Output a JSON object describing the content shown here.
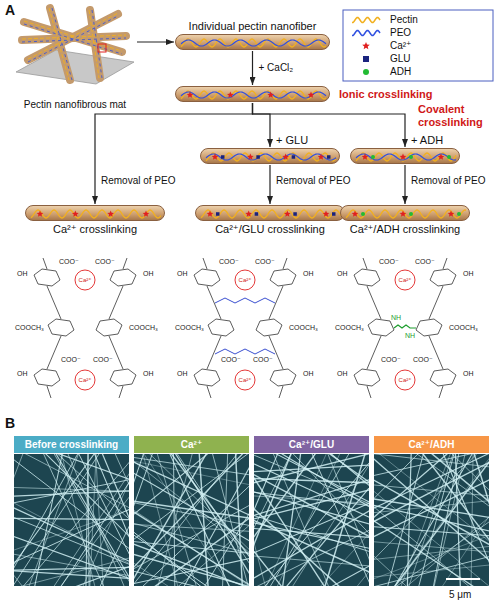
{
  "diagram": {
    "nodes": [
      {
        "text": [
          "Pectin nanofibrous mat"
        ]
      },
      {
        "text": [
          "Individual pectin nanofiber"
        ]
      },
      {
        "text": [
          "Ionic crosslinking"
        ]
      },
      {
        "text": [
          "+ GLU"
        ]
      },
      {
        "text": [
          "+ ADH"
        ]
      },
      {
        "text": [
          "Ca²⁺ crosslinking"
        ]
      },
      {
        "text": [
          "Ca²⁺/GLU crosslinking"
        ]
      },
      {
        "text": [
          "Ca²⁺/ADH crosslinking"
        ]
      },
      {
        "text": [
          "Before crosslinking"
        ]
      },
      {
        "text": [
          "Ca²⁺"
        ]
      },
      {
        "text": [
          "Ca²⁺/GLU"
        ]
      },
      {
        "text": [
          "Ca²⁺/ADH"
        ]
      }
    ],
    "edges": [
      {
        "from": 0,
        "to": 1,
        "arrow": "to"
      },
      {
        "from": 1,
        "to": 2,
        "label": "+ CaCl₂",
        "arrow": "to"
      },
      {
        "from": 2,
        "to": 3,
        "arrow": "to"
      },
      {
        "from": 2,
        "to": 4,
        "arrow": "to"
      },
      {
        "from": 2,
        "to": 5,
        "label": "Removal of PEO",
        "arrow": "to"
      },
      {
        "from": 3,
        "to": 6,
        "label": "Removal of PEO",
        "arrow": "to"
      },
      {
        "from": 4,
        "to": 7,
        "label": "Removal of PEO",
        "arrow": "to"
      }
    ],
    "labels": [
      "A",
      "Covalent crosslinking",
      "OH",
      "COO⁻",
      "OH",
      "COO⁻",
      "COOCH₃",
      "COO⁻",
      "OH",
      "COO⁻",
      "OH",
      "COOCH₃",
      "Ca²⁺",
      "Ca²⁺",
      "OH",
      "COO⁻",
      "OH",
      "COO⁻",
      "COOCH₃",
      "COO⁻",
      "OH",
      "COO⁻",
      "OH",
      "COOCH₃",
      "Ca²⁺",
      "Ca²⁺",
      "OH",
      "COO⁻",
      "OH",
      "COO⁻",
      "COOCH₃",
      "COO⁻",
      "OH",
      "COO⁻",
      "OH",
      "COOCH₃",
      "Ca²⁺",
      "Ca²⁺",
      "NH",
      "NH",
      "B",
      "5 μm"
    ],
    "legend": [
      {
        "text": "Pectin"
      },
      {
        "text": "PEO"
      },
      {
        "text": "Ca²⁺"
      },
      {
        "text": "GLU"
      },
      {
        "text": "ADH"
      }
    ]
  }
}
